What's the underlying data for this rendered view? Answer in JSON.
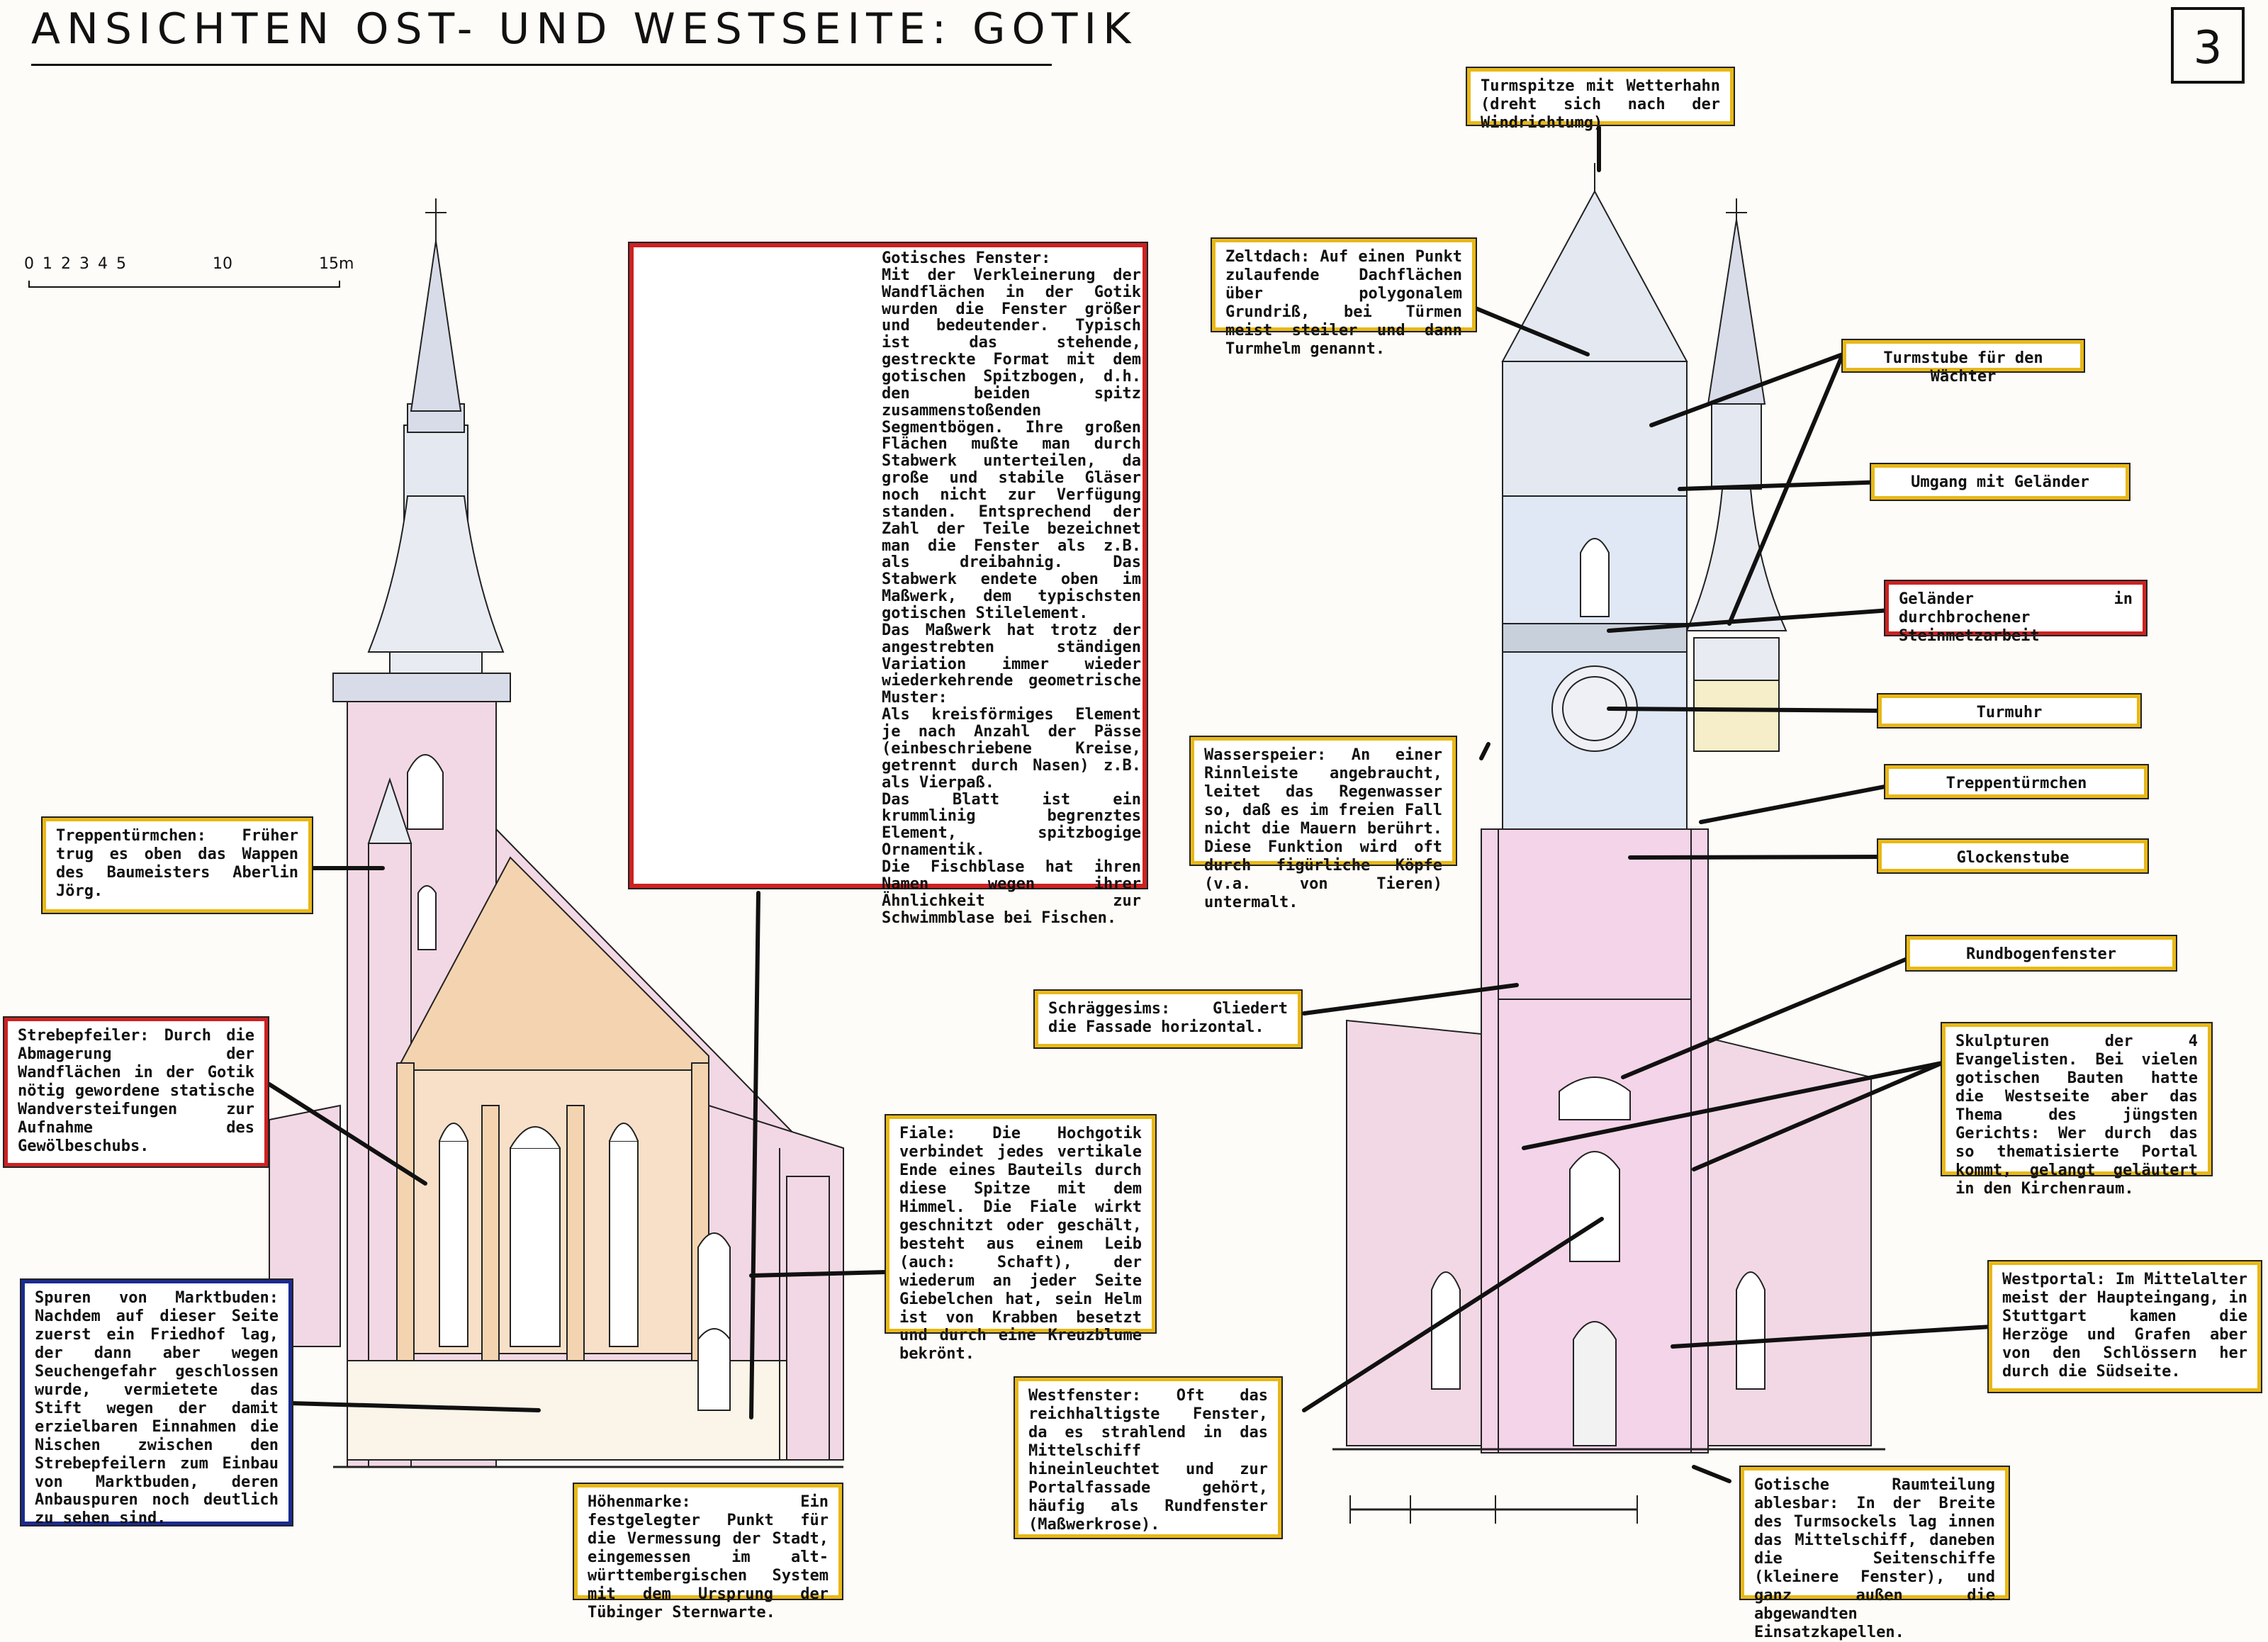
{
  "header": {
    "title": "ANSICHTEN OST- UND WESTSEITE: GOTIK",
    "page_number": "3"
  },
  "scale": {
    "ticks": [
      "0",
      "1",
      "2",
      "3",
      "4",
      "5",
      "10",
      "15m"
    ]
  },
  "colors": {
    "yellow": "#e8b818",
    "red": "#cc2222",
    "blue": "#1a2a90",
    "roof": "#c8d0dc",
    "wall_pink": "#f2d8e4",
    "wall_orange": "#f4d4b0"
  },
  "fenster_panel": {
    "text": "Gotisches Fenster:\nMit der Verkleinerung der Wandflächen in der Gotik wurden die Fenster größer und bedeutender. Typisch ist das stehende, gestreckte Format mit dem gotischen Spitzbogen, d.h. den beiden spitz zusammenstoßenden Segmentbögen. Ihre großen Flächen mußte man durch Stabwerk unterteilen, da große und stabile Gläser noch nicht zur Verfügung standen. Entsprechend der Zahl der Teile bezeichnet man die Fenster als z.B. als dreibahnig. Das Stabwerk endete oben im Maßwerk, dem typischsten gotischen Stilelement.\nDas Maßwerk hat trotz der angestrebten ständigen Variation immer wieder wiederkehrende geometrische Muster:\nAls kreisförmiges Element je nach Anzahl der Pässe (einbeschriebene Kreise, getrennt durch Nasen) z.B. als Vierpaß.\nDas Blatt ist ein krummlinig begrenztes Element, spitzbogige Ornamentik.\nDie Fischblase hat ihren Namen wegen ihrer Ähnlichkeit zur Schwimmblase bei Fischen."
  },
  "labels": {
    "turmspitze": "Turmspitze mit Wetterhahn (dreht sich nach der Windrichtumg)",
    "zeltdach": "Zeltdach: Auf einen Punkt zulaufende Dachflächen über polygonalem Grundriß, bei Türmen meist steiler und dann Turmhelm genannt.",
    "turmstube": "Turmstube für den Wächter",
    "umgang": "Umgang mit Geländer",
    "gelaender": "Geländer in durchbrochener Steinmetzarbeit",
    "turmuhr": "Turmuhr",
    "wasserspeier": "Wasserspeier: An einer Rinnleiste angebraucht, leitet das Regenwasser so, daß es im freien Fall nicht die Mauern berührt. Diese Funktion wird oft durch figürliche Köpfe (v.a. von Tieren) untermalt.",
    "treppentuermchen_r": "Treppentürmchen",
    "glockenstube": "Glockenstube",
    "rundbogenfenster": "Rundbogenfenster",
    "schraeggesims": "Schräggesims: Gliedert die Fassade horizontal.",
    "skulpturen": "Skulpturen der 4 Evangelisten. Bei vielen gotischen Bauten hatte die Westseite aber das Thema des jüngsten Gerichts: Wer durch das so thematisierte Portal kommt, gelangt geläutert in den Kirchenraum.",
    "westportal": "Westportal: Im Mittelalter meist der Haupteingang, in Stuttgart kamen die Herzöge und Grafen aber von den Schlössern her durch die Südseite.",
    "treppentuermchen_l": "Treppentürmchen: Früher trug es oben das Wappen des Baumeisters Aberlin Jörg.",
    "strebepfeiler": "Strebepfeiler: Durch die Abmagerung der Wandflächen in der Gotik nötig gewordene statische Wandversteifungen zur Aufnahme des Gewölbeschubs.",
    "marktbuden": "Spuren von Marktbuden: Nachdem auf dieser Seite zuerst ein Friedhof lag, der dann aber wegen Seuchengefahr geschlossen wurde, vermietete das Stift wegen der damit erzielbaren Einnahmen die Nischen zwischen den Strebepfeilern zum Einbau von Marktbuden, deren Anbauspuren noch deutlich zu sehen sind.",
    "fiale": "Fiale: Die Hochgotik verbindet jedes vertikale Ende eines Bauteils durch diese Spitze mit dem Himmel. Die Fiale wirkt geschnitzt oder geschält, besteht aus einem Leib (auch: Schaft), der wiederum an jeder Seite Giebelchen hat, sein Helm ist von Krabben besetzt und durch eine Kreuzblume bekrönt.",
    "hoehenmarke": "Höhenmarke: Ein festgelegter Punkt für die Vermessung der Stadt, eingemessen im alt-württembergischen System mit dem Ursprung der Tübinger Sternwarte.",
    "westfenster": "Westfenster: Oft das reichhaltigste Fenster, da es strahlend in das Mittelschiff hineinleuchtet und zur Portalfassade gehört, häufig als Rundfenster (Maßwerkrose).",
    "raumteilung": "Gotische Raumteilung ablesbar: In der Breite des Turmsockels lag innen das Mittelschiff, daneben die Seitenschiffe (kleinere Fenster), und ganz außen die abgewandten Einsatzkapellen."
  }
}
